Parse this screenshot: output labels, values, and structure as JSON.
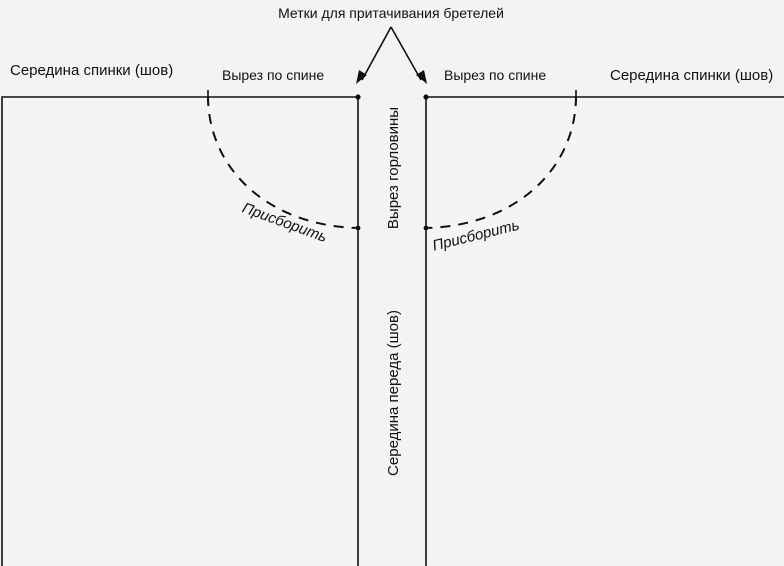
{
  "labels": {
    "strap_marks": "Метки для притачивания бретелей",
    "back_middle_left": "Середина спинки (шов)",
    "back_neckline_left": "Вырез по спине",
    "back_neckline_right": "Вырез по спине",
    "back_middle_right": "Середина спинки (шов)",
    "neckline": "Вырез горловины",
    "front_middle": "Середина переда (шов)",
    "gather_left": "Присборить",
    "gather_right": "Присборить"
  },
  "colors": {
    "background": "#f3f3f3",
    "paper": "#f4f4f4",
    "ink": "#111111"
  }
}
